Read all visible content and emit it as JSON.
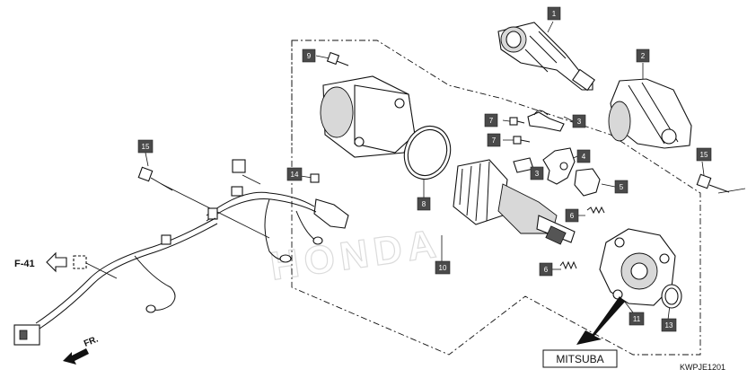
{
  "diagram": {
    "callouts": [
      {
        "id": "c1",
        "label": "1"
      },
      {
        "id": "c2",
        "label": "2"
      },
      {
        "id": "c3a",
        "label": "3"
      },
      {
        "id": "c3b",
        "label": "3"
      },
      {
        "id": "c4",
        "label": "4"
      },
      {
        "id": "c5",
        "label": "5"
      },
      {
        "id": "c6a",
        "label": "6"
      },
      {
        "id": "c6b",
        "label": "6"
      },
      {
        "id": "c7a",
        "label": "7"
      },
      {
        "id": "c7b",
        "label": "7"
      },
      {
        "id": "c8",
        "label": "8"
      },
      {
        "id": "c9",
        "label": "9"
      },
      {
        "id": "c10",
        "label": "10"
      },
      {
        "id": "c11",
        "label": "11"
      },
      {
        "id": "c13",
        "label": "13"
      },
      {
        "id": "c14",
        "label": "14"
      },
      {
        "id": "c15a",
        "label": "15"
      },
      {
        "id": "c15b",
        "label": "15"
      }
    ],
    "reference": "F-41",
    "direction": "FR.",
    "brand_label": "MITSUBA",
    "drawing_code": "KWPJE1201",
    "watermark": "HONDA"
  }
}
